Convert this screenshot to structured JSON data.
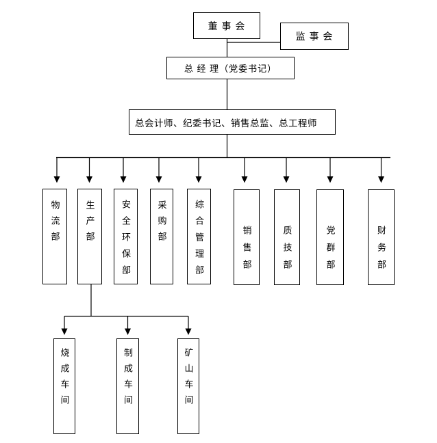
{
  "page": {
    "background_color": "#ffffff",
    "line_color": "#000000"
  },
  "org_chart": {
    "top_nodes": {
      "board": "董 事 会",
      "supervisory": "监 事 会",
      "general_manager": "总 经 理（党委书记）",
      "staff_line": "总会计师、纪委书记、销售总监、总工程师"
    },
    "departments": [
      {
        "label": "物流部"
      },
      {
        "label": "生产部"
      },
      {
        "label": "安全环保部"
      },
      {
        "label": "采购部"
      },
      {
        "label": "综合管理部"
      },
      {
        "label": "销售部"
      },
      {
        "label": "质技部"
      },
      {
        "label": "党群部"
      },
      {
        "label": "财务部"
      }
    ],
    "workshops": [
      {
        "label": "烧成车间"
      },
      {
        "label": "制成车间"
      },
      {
        "label": "矿山车间"
      }
    ],
    "stray_mark": "."
  }
}
